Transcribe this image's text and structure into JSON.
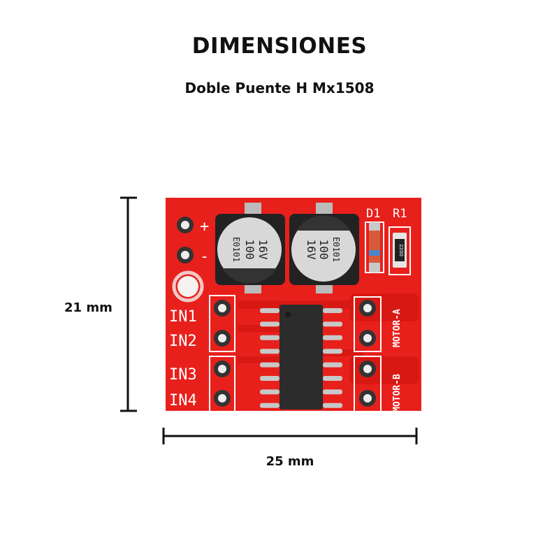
{
  "header": {
    "title": "DIMENSIONES",
    "subtitle": "Doble Puente H Mx1508"
  },
  "dimensions": {
    "height_label": "21 mm",
    "width_label": "25 mm"
  },
  "board": {
    "color": "#e8201c",
    "labels": {
      "plus": "+",
      "minus": "-",
      "in1": "IN1",
      "in2": "IN2",
      "in3": "IN3",
      "in4": "IN4",
      "motor_a": "MOTOR-A",
      "motor_b": "MOTOR-B",
      "d1": "D1",
      "r1": "R1"
    },
    "capacitor_left": {
      "line1": "16V",
      "line2": "100",
      "line3": "E0101"
    },
    "capacitor_right": {
      "line1": "E0101",
      "line2": "100",
      "line3": "16V"
    },
    "resistor_code": "2200"
  }
}
